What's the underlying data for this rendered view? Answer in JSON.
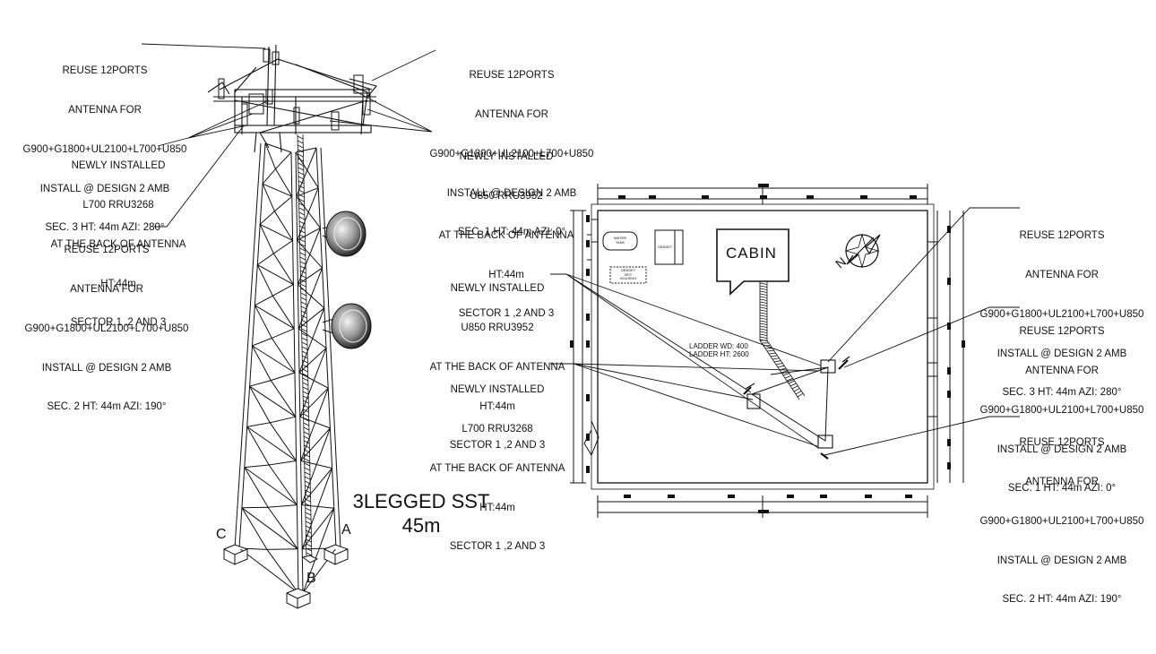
{
  "tower_labels": {
    "sec3": [
      "REUSE  12PORTS",
      "ANTENNA FOR",
      "G900+G1800+UL2100+L700+U850",
      "INSTALL @ DESIGN 2 AMB",
      "SEC. 3  HT: 44m    AZI: 280°"
    ],
    "sec1": [
      "REUSE  12PORTS",
      "ANTENNA FOR",
      "G900+G1800+UL2100+L700+U850",
      "INSTALL @ DESIGN 2 AMB",
      "SEC. 1  HT: 44m    AZI: 0°"
    ],
    "l700": [
      "NEWLY INSTALLED",
      "L700 RRU3268",
      "AT THE BACK OF ANTENNA",
      "HT:44m",
      "SECTOR 1 ,2 AND 3"
    ],
    "u850": [
      "NEWLY INSTALLED",
      "U850 RRU3952",
      "AT THE BACK OF ANTENNA",
      "HT:44m",
      "SECTOR 1 ,2 AND 3"
    ],
    "sec2": [
      "REUSE  12PORTS",
      "ANTENNA FOR",
      "G900+G1800+UL2100+L700+U850",
      "INSTALL @ DESIGN 2 AMB",
      "SEC. 2  HT: 44m    AZI: 190°"
    ]
  },
  "tower_title": [
    "3LEGGED SST",
    "45m"
  ],
  "tower_legs": {
    "a": "A",
    "b": "B",
    "c": "C"
  },
  "plan_labels": {
    "u850": [
      "NEWLY INSTALLED",
      "U850 RRU3952",
      "AT THE BACK OF ANTENNA",
      "HT:44m",
      "SECTOR 1 ,2 AND 3"
    ],
    "l700": [
      "NEWLY INSTALLED",
      "L700 RRU3268",
      "AT THE BACK OF ANTENNA",
      "HT:44m",
      "SECTOR 1 ,2 AND 3"
    ],
    "sec3": [
      "REUSE  12PORTS",
      "ANTENNA FOR",
      "G900+G1800+UL2100+L700+U850",
      "INSTALL @ DESIGN 2 AMB",
      "SEC. 3  HT: 44m    AZI: 280°"
    ],
    "sec1": [
      "REUSE  12PORTS",
      "ANTENNA FOR",
      "G900+G1800+UL2100+L700+U850",
      "INSTALL @ DESIGN 2 AMB",
      "SEC. 1  HT: 44m    AZI: 0°"
    ],
    "sec2": [
      "REUSE  12PORTS",
      "ANTENNA FOR",
      "G900+G1800+UL2100+L700+U850",
      "INSTALL @ DESIGN 2 AMB",
      "SEC. 2  HT: 44m    AZI: 190°"
    ]
  },
  "plan_text": {
    "cabin": "CABIN",
    "water_tank": [
      "WATER",
      "TANK"
    ],
    "genset": "GENSET",
    "genset_house": [
      "GENSET",
      "NOT",
      "HOUSING"
    ],
    "ladder": [
      "LADDER  WD: 400",
      "LADDER  HT: 2600"
    ],
    "north": "N"
  },
  "colors": {
    "ink": "#111111",
    "background": "#ffffff"
  }
}
